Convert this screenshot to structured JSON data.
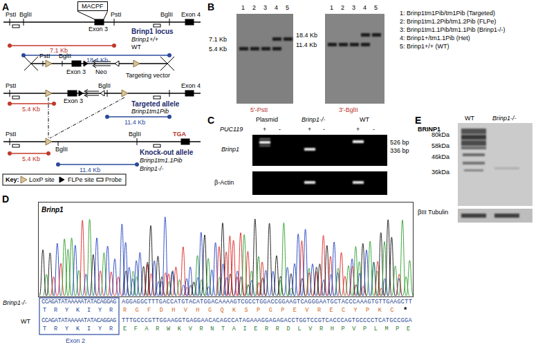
{
  "diagram": {
    "nodes": [
      {
        "text": [
          "MACPF"
        ]
      },
      {
        "text": [
          "Brinp1"
        ]
      }
    ],
    "labels": [
      "A",
      "PstI",
      "BglII",
      "PstI",
      "BglII",
      "Exon 4",
      "Exon 3",
      "Brinp1 locus",
      "Brinp1+/+",
      "WT",
      "7.1 Kb",
      "18.4 Kb",
      "PstI",
      "BglII",
      "Exon 3",
      "Neo",
      "Targeting vector",
      "PstI",
      "BglII",
      "Exon 4",
      "Exon 3",
      "Targeted allele",
      "Brinp1tm1Pib",
      "5.4 Kb",
      "11.4 Kb",
      "PstI",
      "BglII",
      "BglII",
      "TGA",
      "Knock-out allele",
      "Brinp1tm1.1Pib",
      "Brinp1-/-",
      "5.4 Kb",
      "11.4 Kb",
      "Key:",
      "B",
      "1",
      "2",
      "3",
      "4",
      "5",
      "1",
      "2",
      "3",
      "4",
      "5",
      "7.1 Kb",
      "5.4 Kb",
      "18.4 Kb",
      "11.4 Kb",
      "5'-PstI",
      "3'-BglII",
      "1: Brinp1tm1Pib/tm1Pib (Targeted)",
      "2: Brinp1tm1.2Pib/tm1.2Pib (FLPe)",
      "3: Brinp1tm1.1Pib/tm1.1Pib (Brinp1-/-)",
      "4: Brinp1+/tm1.1Pib (Het)",
      "5: Brinp1+/+ (WT)",
      "C",
      "Plasmid",
      "Brinp1-/-",
      "WT",
      "PUC119",
      "+",
      "-",
      "+",
      "-",
      "+",
      "-",
      "Brinp1",
      "526 bp",
      "336 bp",
      "β-Actin",
      "E",
      "WT",
      "Brinp1-/-",
      "BRINP1",
      "80kDa",
      "58kDa",
      "46kDa",
      "36kDa",
      "βIII Tubulin",
      "D",
      "Brinp1-/-",
      "CCAGATATAAAAATATACAGGAG",
      "AGGAGGCTTTGACCATGTACATGGACAAAAGTCGCCTGGACCGGAAGTCAGGGAATGCTACCCAAAGTGTTGAAGCTT",
      "T R Y K I Y R",
      "R G F D H V H G Q K S P G P E V R E C Y P K C",
      "*",
      "WT",
      "CCAGATATAAAAATATACAGGAG",
      "TTTGCCCGTTGGAAGGTGAGGAACACAGCCATAGAAAGGAGAGACCTGGTCCGTCACCCAGTGCCCCTCATGCCGGA",
      "T R Y K I Y R",
      "E F A R W K V R N T A I E R R D L V R H P V P L M P E",
      "Exon 2"
    ],
    "legend": [
      {
        "text": "LoxP site"
      },
      {
        "text": "FLPe site"
      },
      {
        "text": "Probe"
      }
    ]
  }
}
